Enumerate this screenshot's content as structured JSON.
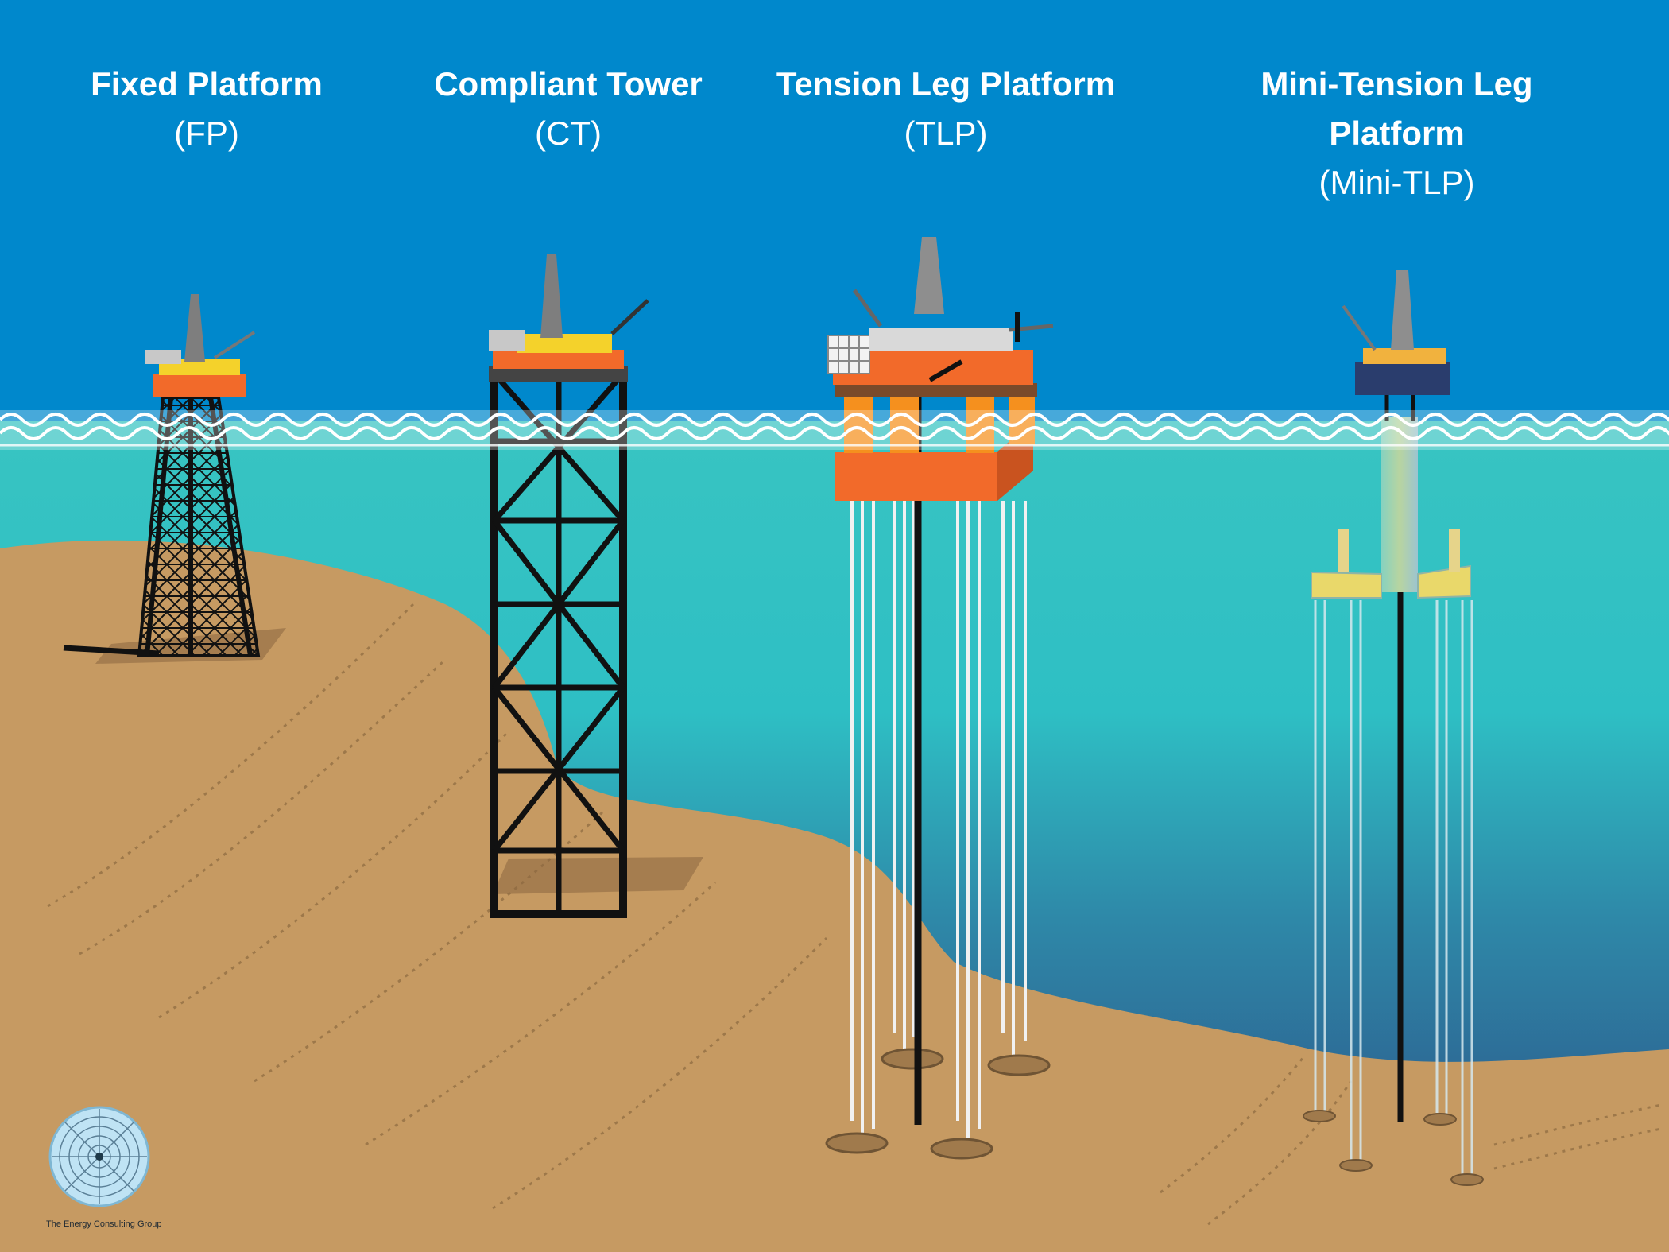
{
  "platforms": [
    {
      "name": "Fixed Platform",
      "abbr": "(FP)"
    },
    {
      "name": "Compliant Tower",
      "abbr": "(CT)"
    },
    {
      "name": "Tension Leg Platform",
      "abbr": "(TLP)"
    },
    {
      "name": "Mini-Tension Leg Platform",
      "abbr": "(Mini-TLP)"
    }
  ],
  "credit": "The Energy Consulting Group",
  "colors": {
    "sky": "#0088cc",
    "water_top": "#35c2c2",
    "water_deep": "#2c4f86",
    "seabed": "#c69a62",
    "hull": "#f26a2a",
    "deck": "#f4d22b",
    "jacket": "#111111"
  }
}
